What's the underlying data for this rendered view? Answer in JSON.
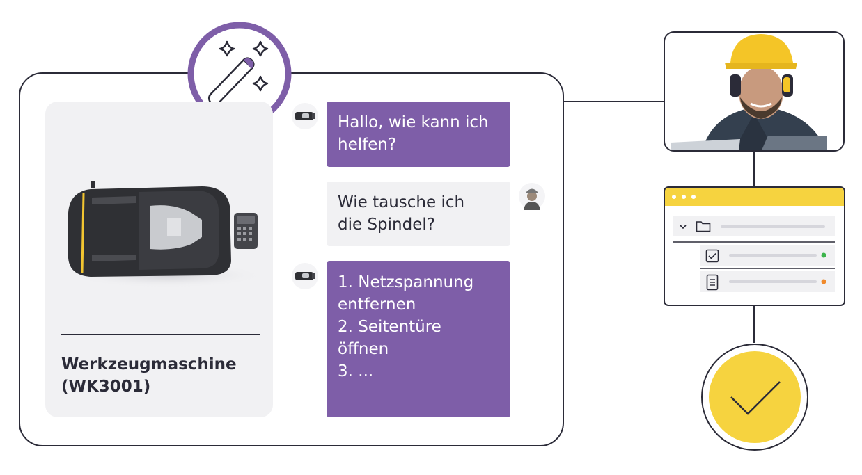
{
  "chat": {
    "bot_message_1": "Hallo, wie kann ich\nhelfen?",
    "user_message": "Wie tausche ich\ndie Spindel?",
    "bot_message_2": "1. Netzspannung\nentfernen\n2. Seitentüre\nöffnen\n3. ..."
  },
  "machine": {
    "title": "Werkzeugmaschine\n(WK3001)"
  },
  "icons": {
    "badge": "magic-wand-icon",
    "checkmark": "checkmark-icon",
    "folder": "folder-icon",
    "checkbox": "checkbox-icon",
    "document": "document-icon",
    "chevron": "chevron-down-icon"
  },
  "colors": {
    "bot_bubble": "#7e5ea8",
    "user_bubble": "#f1f1f3",
    "accent_yellow": "#f6d33f",
    "outline": "#2b2b38",
    "status_green": "#3cb44b",
    "status_orange": "#f08a2c"
  }
}
